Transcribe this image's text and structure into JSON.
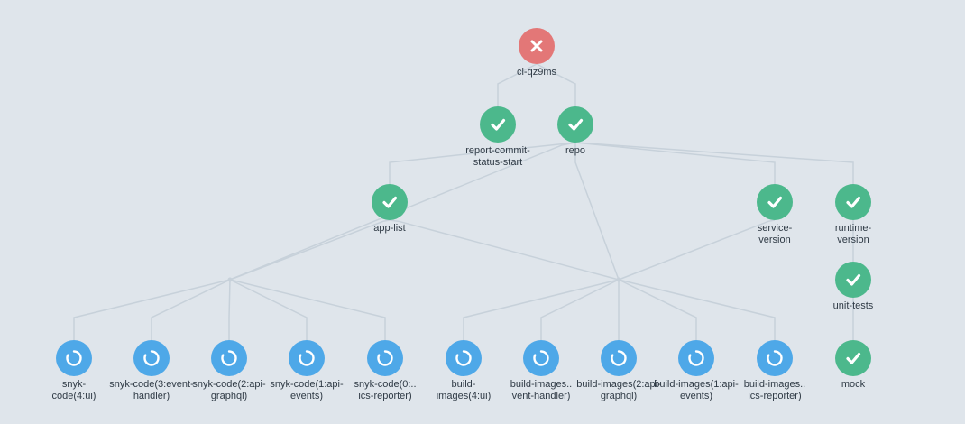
{
  "workflow": {
    "nodes": [
      {
        "id": "root",
        "label": "ci-qz9ms",
        "status": "failed",
        "icon": "x-icon"
      },
      {
        "id": "rcs",
        "label": "report-commit-\nstatus-start",
        "status": "succeeded",
        "icon": "check-icon"
      },
      {
        "id": "repo",
        "label": "repo",
        "status": "succeeded",
        "icon": "check-icon"
      },
      {
        "id": "applist",
        "label": "app-list",
        "status": "succeeded",
        "icon": "check-icon"
      },
      {
        "id": "svcver",
        "label": "service-\nversion",
        "status": "succeeded",
        "icon": "check-icon"
      },
      {
        "id": "rtver",
        "label": "runtime-\nversion",
        "status": "succeeded",
        "icon": "check-icon"
      },
      {
        "id": "unittests",
        "label": "unit-tests",
        "status": "succeeded",
        "icon": "check-icon"
      },
      {
        "id": "snyk4",
        "label": "snyk-\ncode(4:ui)",
        "status": "running",
        "icon": "spinner-icon"
      },
      {
        "id": "snyk3",
        "label": "snyk-code(3:event-\nhandler)",
        "status": "running",
        "icon": "spinner-icon"
      },
      {
        "id": "snyk2",
        "label": "snyk-code(2:api-\ngraphql)",
        "status": "running",
        "icon": "spinner-icon"
      },
      {
        "id": "snyk1",
        "label": "snyk-code(1:api-\nevents)",
        "status": "running",
        "icon": "spinner-icon"
      },
      {
        "id": "snyk0",
        "label": "snyk-code(0:..\nics-reporter)",
        "status": "running",
        "icon": "spinner-icon"
      },
      {
        "id": "bi4",
        "label": "build-\nimages(4:ui)",
        "status": "running",
        "icon": "spinner-icon"
      },
      {
        "id": "bi3",
        "label": "build-images..\nvent-handler)",
        "status": "running",
        "icon": "spinner-icon"
      },
      {
        "id": "bi2",
        "label": "build-images(2:api-\ngraphql)",
        "status": "running",
        "icon": "spinner-icon"
      },
      {
        "id": "bi1",
        "label": "build-images(1:api-\nevents)",
        "status": "running",
        "icon": "spinner-icon"
      },
      {
        "id": "bi0",
        "label": "build-images..\nics-reporter)",
        "status": "running",
        "icon": "spinner-icon"
      },
      {
        "id": "mock",
        "label": "mock",
        "status": "succeeded",
        "icon": "check-icon"
      }
    ],
    "edges": [
      [
        "root",
        "rcs"
      ],
      [
        "root",
        "repo"
      ],
      [
        "repo",
        "applist"
      ],
      [
        "repo",
        "svcver"
      ],
      [
        "repo",
        "rtver"
      ],
      [
        "rtver",
        "unittests"
      ],
      [
        "unittests",
        "mock"
      ],
      [
        "repo",
        "snyk_group"
      ],
      [
        "applist",
        "snyk_group"
      ],
      [
        "repo",
        "bi_group"
      ],
      [
        "applist",
        "bi_group"
      ],
      [
        "svcver",
        "bi_group"
      ],
      [
        "snyk_group",
        "snyk4"
      ],
      [
        "snyk_group",
        "snyk3"
      ],
      [
        "snyk_group",
        "snyk2"
      ],
      [
        "snyk_group",
        "snyk1"
      ],
      [
        "snyk_group",
        "snyk0"
      ],
      [
        "bi_group",
        "bi4"
      ],
      [
        "bi_group",
        "bi3"
      ],
      [
        "bi_group",
        "bi2"
      ],
      [
        "bi_group",
        "bi1"
      ],
      [
        "bi_group",
        "bi0"
      ]
    ],
    "colors": {
      "succeeded": "#4cb88c",
      "failed": "#e37777",
      "running": "#4ea8e8",
      "edge": "#c7d1da",
      "background": "#dfe5eb"
    }
  }
}
